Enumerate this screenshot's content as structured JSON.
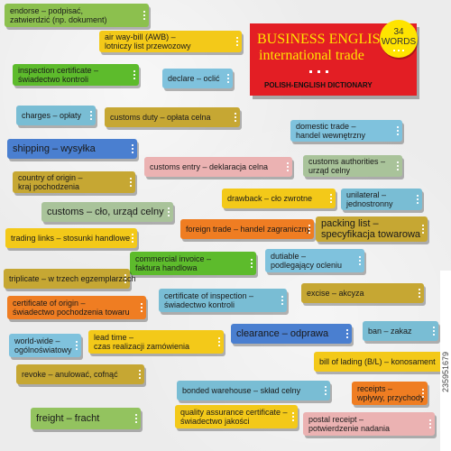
{
  "banner": {
    "title_line1": "BUSINESS ENGLISH",
    "title_line2": "international trade",
    "subtitle": "POLISH-ENGLISH DICTIONARY"
  },
  "badge": {
    "count": "34",
    "label": "WORDS"
  },
  "stock_id": "235951679",
  "tags": [
    {
      "id": "endorse",
      "line1": "endorse – podpisać,",
      "line2": "zatwierdzić (np. dokument)",
      "color": "green"
    },
    {
      "id": "air-way-bill",
      "line1": "air way-bill (AWB) –",
      "line2": "lotniczy list przewozowy",
      "color": "yellow"
    },
    {
      "id": "inspection-certificate",
      "line1": "inspection certificate –",
      "line2": "świadectwo kontroli",
      "color": "bgreen"
    },
    {
      "id": "declare",
      "line1": "declare – oclić",
      "line2": "",
      "color": "sky"
    },
    {
      "id": "charges",
      "line1": "charges – opłaty",
      "line2": "",
      "color": "teal"
    },
    {
      "id": "customs-duty",
      "line1": "customs duty – opłata celna",
      "line2": "",
      "color": "olive"
    },
    {
      "id": "domestic-trade",
      "line1": "domestic trade –",
      "line2": "handel wewnętrzny",
      "color": "sky"
    },
    {
      "id": "shipping",
      "line1": "shipping – wysyłka",
      "line2": "",
      "color": "blue"
    },
    {
      "id": "customs-entry",
      "line1": "customs entry – deklaracja celna",
      "line2": "",
      "color": "pink"
    },
    {
      "id": "customs-authorities",
      "line1": "customs authorities –",
      "line2": "urząd celny",
      "color": "gray"
    },
    {
      "id": "country-of-origin",
      "line1": "country of origin –",
      "line2": "kraj pochodzenia",
      "color": "olive"
    },
    {
      "id": "drawback",
      "line1": "drawback – cło zwrotne",
      "line2": "",
      "color": "yellow"
    },
    {
      "id": "unilateral",
      "line1": "unilateral –",
      "line2": "jednostronny",
      "color": "teal"
    },
    {
      "id": "customs",
      "line1": "customs – cło, urząd celny",
      "line2": "",
      "color": "gray"
    },
    {
      "id": "foreign-trade",
      "line1": "foreign trade – handel zagraniczny",
      "line2": "",
      "color": "orange"
    },
    {
      "id": "packing-list",
      "line1": "packing list –",
      "line2": "specyfikacja towarowa",
      "color": "olive"
    },
    {
      "id": "trading-links",
      "line1": "trading links – stosunki handlowe",
      "line2": "",
      "color": "yellow"
    },
    {
      "id": "commercial-invoice",
      "line1": "commercial invoice –",
      "line2": "faktura handlowa",
      "color": "bgreen"
    },
    {
      "id": "dutiable",
      "line1": "dutiable –",
      "line2": "podlegający ocleniu",
      "color": "sky"
    },
    {
      "id": "triplicate",
      "line1": "triplicate – w trzech egzemplarzach",
      "line2": "",
      "color": "olive"
    },
    {
      "id": "certificate-of-origin",
      "line1": "certificate of origin –",
      "line2": "świadectwo pochodzenia towaru",
      "color": "orange"
    },
    {
      "id": "certificate-of-inspection",
      "line1": "certificate of inspection –",
      "line2": "świadectwo kontroli",
      "color": "teal"
    },
    {
      "id": "excise",
      "line1": "excise – akcyza",
      "line2": "",
      "color": "olive"
    },
    {
      "id": "world-wide",
      "line1": "world-wide –",
      "line2": "ogólnoświatowy",
      "color": "sky"
    },
    {
      "id": "lead-time",
      "line1": "lead time –",
      "line2": "czas realizacji zamówienia",
      "color": "yellow"
    },
    {
      "id": "clearance",
      "line1": "clearance – odprawa",
      "line2": "",
      "color": "blue"
    },
    {
      "id": "ban",
      "line1": "ban – zakaz",
      "line2": "",
      "color": "teal"
    },
    {
      "id": "revoke",
      "line1": "revoke – anulować, cofnąć",
      "line2": "",
      "color": "olive"
    },
    {
      "id": "bill-of-lading",
      "line1": "bill of lading (B/L) – konosament",
      "line2": "",
      "color": "yellow"
    },
    {
      "id": "bonded-warehouse",
      "line1": "bonded warehouse – skład celny",
      "line2": "",
      "color": "teal"
    },
    {
      "id": "receipts",
      "line1": "receipts –",
      "line2": "wpływy, przychody",
      "color": "orange"
    },
    {
      "id": "freight",
      "line1": "freight – fracht",
      "line2": "",
      "color": "lgreen"
    },
    {
      "id": "quality-assurance-certificate",
      "line1": "quality assurance certificate –",
      "line2": "świadectwo jakości",
      "color": "yellow"
    },
    {
      "id": "postal-receipt",
      "line1": "postal receipt –",
      "line2": "potwierdzenie nadania",
      "color": "pink"
    }
  ]
}
